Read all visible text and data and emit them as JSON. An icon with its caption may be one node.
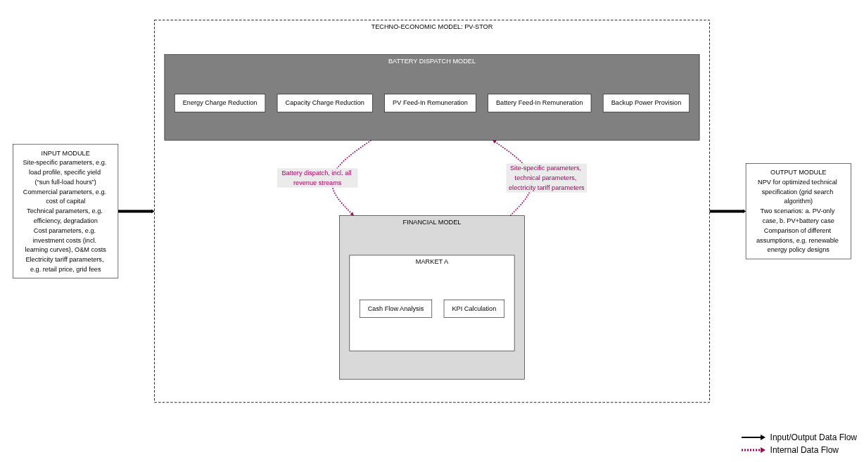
{
  "diagram": {
    "nodes": [
      {
        "text": [
          "TECHNO-ECONOMIC MODEL: PV-STOR"
        ]
      },
      {
        "text": [
          "FINANCIAL MODEL"
        ],
        "in": 0
      },
      {
        "text": [
          "MARKET A"
        ],
        "in": 1
      },
      {
        "text": [
          "Cash Flow Analysis"
        ],
        "in": 2
      },
      {
        "text": [
          "KPI Calculation"
        ],
        "in": 2
      },
      {
        "text": [
          "BATTERY DISPATCH MODEL"
        ],
        "in": 0
      },
      {
        "text": [
          "Energy Charge Reduction"
        ],
        "in": 5
      },
      {
        "text": [
          "Capacity Charge Reduction"
        ],
        "in": 5
      },
      {
        "text": [
          "PV Feed-In Remuneration"
        ],
        "in": 5
      },
      {
        "text": [
          "Battery Feed-In Remuneration"
        ],
        "in": 5
      },
      {
        "text": [
          "Backup Power Provision"
        ],
        "in": 5
      },
      {
        "text": [
          "INPUT MODULE",
          "Site-specific parameters, e.g. load profile, specific yield (“sun full-load hours”)",
          "Commercial parameters, e.g. cost of capital",
          "Technical parameters, e.g. efficiency, degradation",
          "Cost parameters, e.g. investment costs (incl. learning curves), O&M costs",
          "Electricity tariff parameters, e.g. retail price, grid fees"
        ]
      },
      {
        "text": [
          "OUTPUT MODULE",
          "NPV for optimized technical specification (grid search algorithm)",
          "Two scenarios: a. PV-only case, b. PV+battery case",
          "Comparison of different assumptions, e.g. renewable energy policy designs"
        ]
      }
    ],
    "edges": [
      {
        "from": 11,
        "to": 0,
        "arrow": "to",
        "style": "thick"
      },
      {
        "from": 0,
        "to": 12,
        "arrow": "to",
        "style": "thick"
      },
      {
        "from": 1,
        "to": 5,
        "arrow": "to",
        "label": "Site-specific parameters, technical parameters, electricity tariff parameters",
        "style": "dashed",
        "color": "#a8005f"
      },
      {
        "from": 5,
        "to": 1,
        "arrow": "to",
        "label": "Battery dispatch, incl. all revenue streams",
        "style": "dashed",
        "color": "#a8005f"
      }
    ],
    "legend": [
      {
        "text": "Input/Output Data Flow"
      },
      {
        "text": "Internal Data Flow"
      }
    ]
  }
}
